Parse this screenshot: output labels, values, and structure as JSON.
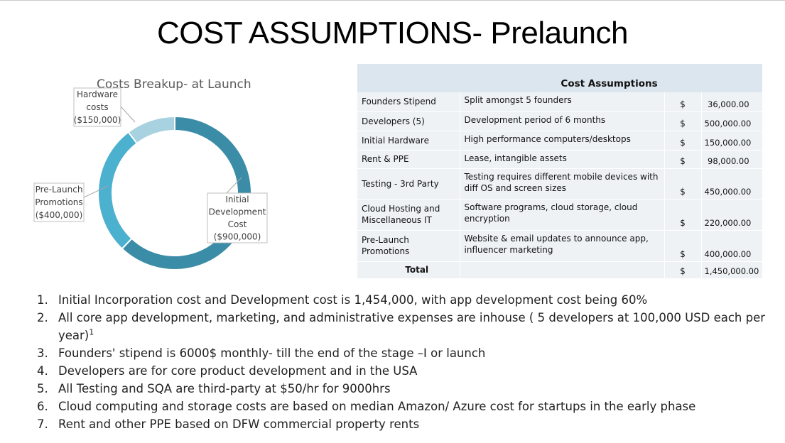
{
  "page": {
    "title": "COST ASSUMPTIONS- Prelaunch"
  },
  "chart_data": {
    "type": "pie",
    "title": "Costs Breakup- at Launch",
    "categories": [
      "Initial Development Cost",
      "Pre-Launch Promotions",
      "Hardware costs"
    ],
    "values": [
      900000,
      400000,
      150000
    ],
    "value_labels": [
      "($900,000)",
      "($400,000)",
      "($150,000)"
    ],
    "label_lines": [
      [
        "Initial",
        "Development",
        "Cost"
      ],
      [
        "Pre-Launch",
        "Promotions"
      ],
      [
        "Hardware",
        "costs"
      ]
    ],
    "colors": [
      "#3b8ca6",
      "#4cb0cf",
      "#a8d2e0"
    ],
    "donut": true
  },
  "table": {
    "caption": "Cost Assumptions",
    "currency": "$",
    "rows": [
      {
        "item": "Founders Stipend",
        "description": "Split amongst 5 founders",
        "amount": "36,000.00"
      },
      {
        "item": "Developers (5)",
        "description": "Development period of 6 months",
        "amount": "500,000.00"
      },
      {
        "item": "Initial Hardware",
        "description": "High performance computers/desktops",
        "amount": "150,000.00"
      },
      {
        "item": "Rent & PPE",
        "description": "Lease, intangible assets",
        "amount": "98,000.00"
      },
      {
        "item": "Testing - 3rd Party",
        "description": "Testing requires different mobile devices with diff OS and screen sizes",
        "amount": "450,000.00"
      },
      {
        "item": "Cloud Hosting and Miscellaneous IT",
        "description": "Software programs, cloud storage, cloud encryption",
        "amount": "220,000.00"
      },
      {
        "item": "Pre-Launch Promotions",
        "description": "Website & email updates to announce app, influencer marketing",
        "amount": "400,000.00"
      }
    ],
    "total": {
      "label": "Total",
      "amount": "1,450,000.00"
    }
  },
  "notes": [
    {
      "num": "1.",
      "text": "Initial Incorporation cost and Development cost is 1,454,000, with app development cost being 60%"
    },
    {
      "num": "2.",
      "text": "All core app development, marketing, and administrative expenses are inhouse ( 5 developers at 100,000 USD each per year)",
      "sup": "1"
    },
    {
      "num": "3.",
      "text": "Founders' stipend is 6000$ monthly- till the end of the stage –I or launch"
    },
    {
      "num": "4.",
      "text": "Developers are for core product development and in the USA"
    },
    {
      "num": "5.",
      "text": "All Testing and SQA are third-party  at $50/hr for 9000hrs"
    },
    {
      "num": "6.",
      "text": "Cloud computing and storage costs are based on median Amazon/ Azure cost for startups in the early phase"
    },
    {
      "num": "7.",
      "text": "Rent and other PPE based on DFW commercial property rents"
    }
  ]
}
